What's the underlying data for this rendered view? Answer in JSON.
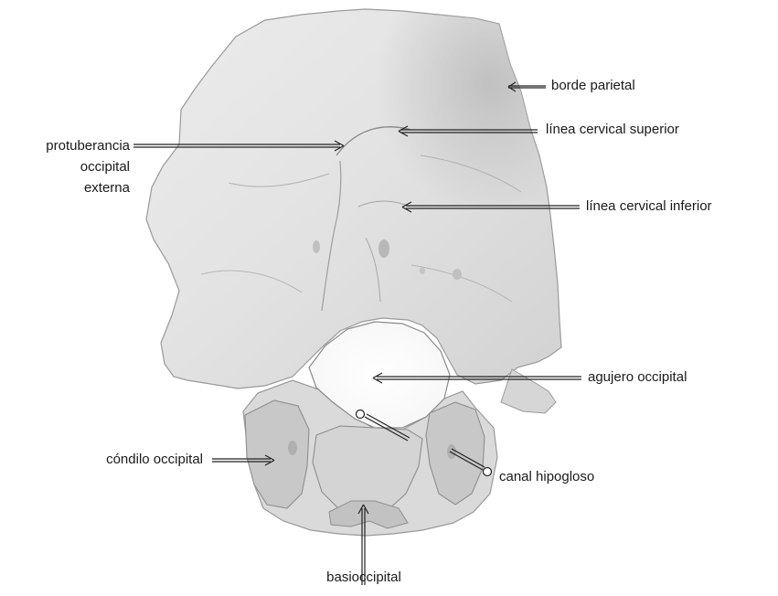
{
  "figure": {
    "labels": {
      "borde_parietal": "borde parietal",
      "linea_cervical_superior": "línea cervical superior",
      "protuberancia_line1": "protuberancia",
      "protuberancia_line2": "occipital",
      "protuberancia_line3": "externa",
      "linea_cervical_inferior": "línea cervical inferior",
      "agujero_occipital": "agujero occipital",
      "condilo_occipital": "cóndilo occipital",
      "canal_hipogloso": "canal hipogloso",
      "basioccipital": "basioccipital"
    },
    "colors": {
      "bone_fill": "#e4e4e4",
      "bone_shadow": "#c4c4c4",
      "bone_edge": "#9a9a9a",
      "label_text": "#1a1a1a"
    }
  }
}
